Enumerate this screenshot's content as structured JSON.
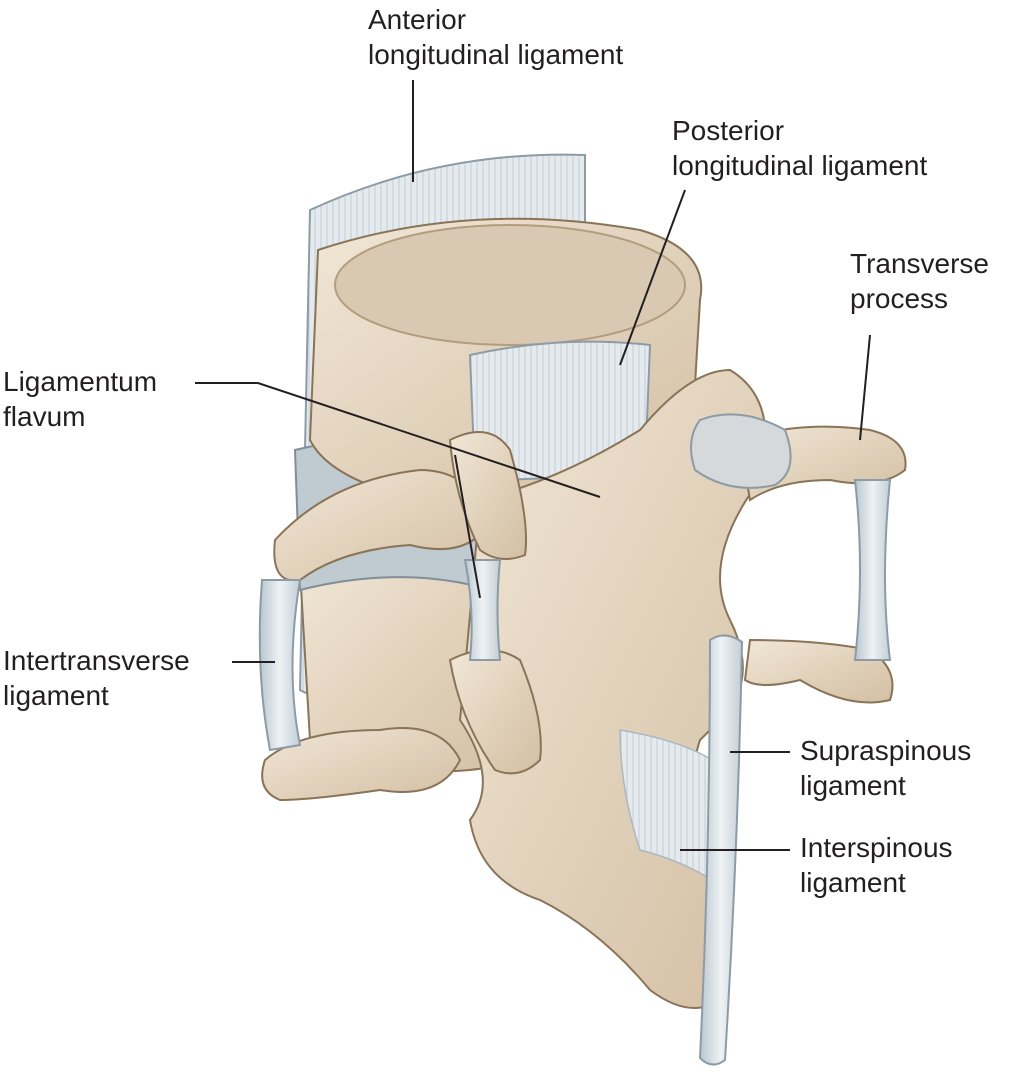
{
  "labels": {
    "anterior": [
      "Anterior",
      "longitudinal ligament"
    ],
    "posterior": [
      "Posterior",
      "longitudinal ligament"
    ],
    "transverse": [
      "Transverse",
      "process"
    ],
    "flavum": [
      "Ligamentum",
      "flavum"
    ],
    "intertransverse": [
      "Intertransverse",
      "ligament"
    ],
    "supraspinous": [
      "Supraspinous",
      "ligament"
    ],
    "interspinous": [
      "Interspinous",
      "ligament"
    ]
  },
  "colors": {
    "bone": "#e8dac6",
    "bone_shadow": "#c9b498",
    "ligament": "#dbe3e8",
    "ligament_shadow": "#a9b8c2",
    "outline": "#8a7458",
    "text": "#231f20"
  }
}
